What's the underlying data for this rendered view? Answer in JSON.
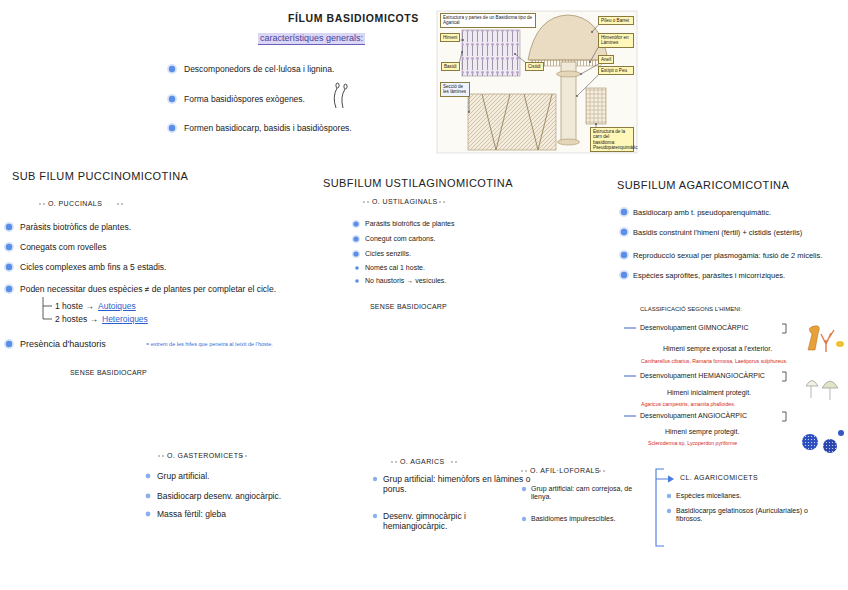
{
  "diagram": {
    "title": "FÍLUM BASIDIOMICOTS",
    "nodes": [
      {
        "text": [
          "Estructura y partes de un Basidioma tipo de Agarical"
        ]
      },
      {
        "text": [
          "Himeni"
        ]
      },
      {
        "text": [
          "Basidi"
        ]
      },
      {
        "text": [
          "Cistidi"
        ]
      },
      {
        "text": [
          "Secció de les làmines"
        ]
      },
      {
        "text": [
          "Píleu o Barret"
        ]
      },
      {
        "text": [
          "Himenòfor en Làmines"
        ]
      },
      {
        "text": [
          "Anell"
        ]
      },
      {
        "text": [
          "Estípit o Peu"
        ]
      },
      {
        "text": [
          "Estructura de la carn del basidioma: Pseudoparenquimàtic"
        ]
      }
    ],
    "labels": [
      "característiques generals:",
      "Descomponedors de cel·lulosa i lignina.",
      "Forma basidiòspores exògenes.",
      "Formen basidiocarp, basidis i basidiòspores.",
      "SUB FILUM PUCCINOMICOTINA",
      "O. PUCCINALS",
      "Paràsits biotròfics de plantes.",
      "Conegats com rovelles",
      "Cicles complexes amb fins a 5 estadis.",
      "Poden necessitar dues espècies ≠ de plantes per completar el cicle.",
      "1 hoste →",
      "Autoiques",
      "2 hostes →",
      "Heteroiques",
      "Presència d'haustoris",
      "= extrem de les hifes que penetra al teixit de l'hoste.",
      "SENSE BASIDIOCARP",
      "SUBFILUM USTILAGINOMICOTINA",
      "O. USTILAGINALS",
      "Paràsits biotròfics de plantes",
      "Conegut com carbons.",
      "Cicles senzills.",
      "Només cal 1 hoste.",
      "No haustoris → vesícules.",
      "SENSE BASIDIOCARP",
      "SUBFILUM AGARICOMICOTINA",
      "Basidiocarp amb t. pseudoparenquimàtic.",
      "Basidis construint l'himeni (fèrtil) + cistidis (estèrils)",
      "Reproducció sexual per plasmogàmia: fusió de 2 micelis.",
      "Espècies sapròfites, paràsites i micorríziques.",
      "CLASSIFICACIÓ SEGONS L'HIMENI:",
      "Desenvolupament GIMNOCÀRPIC",
      "Himeni sempre exposat a l'exterior.",
      "Cantharellus cibarius, Ramaria formosa, Laetiporus sulphureus.",
      "Desenvolupament HEMIANGIOCÀRPIC",
      "Himeni inicialment protegit.",
      "Agaricus campestris, amanita phalloides.",
      "Desenvolupament ANGIOCÀRPIC",
      "Himeni sempre protegit.",
      "Scleroderma sp, Lycoperdon pyriforme",
      "O. GASTEROMICETS",
      "Grup artificial.",
      "Basidiocarp desenv. angiocàrpic.",
      "Massa fèrtil: gleba",
      "O. AGARICS",
      "Grup artificial: himenòfors en làmines o porus.",
      "Desenv. gimnocàrpic i hemiangiocàrpic.",
      "O. AFIL·LOFORALS",
      "Grup artificial: carn correjosa, de llenya.",
      "Basidiomes impulrescibles.",
      "CL. AGARICOMICETS",
      "Espècies micelianes.",
      "Basidiocarps gelatinosos (Auriculariales) o fibrosos."
    ]
  }
}
